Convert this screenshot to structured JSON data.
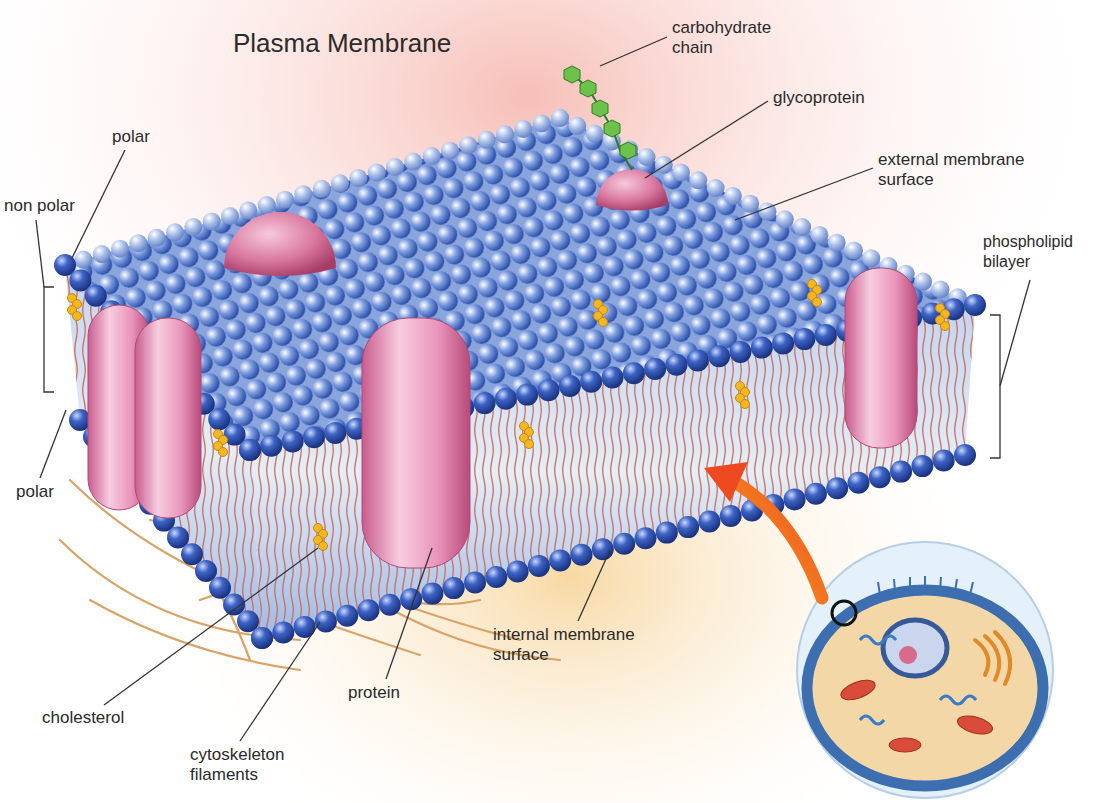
{
  "diagram": {
    "title": "Plasma Membrane",
    "labels": [
      "carbohydrate chain",
      "glycoprotein",
      "external membrane surface",
      "polar",
      "non polar",
      "phospholipid bilayer",
      "polar",
      "cholesterol",
      "cytoskeleton filaments",
      "protein",
      "internal membrane surface"
    ]
  }
}
